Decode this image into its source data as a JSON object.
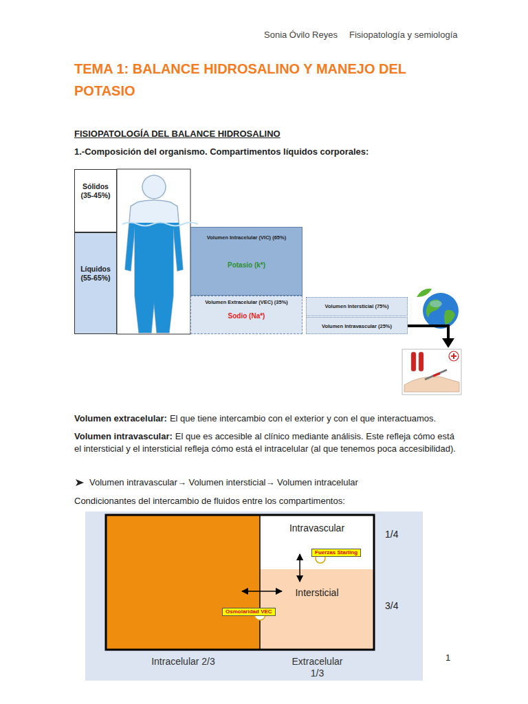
{
  "diagram": {
    "title": "TEMA 1: BALANCE HIDROSALINO Y MANEJO DEL POTASIO",
    "nodes": [
      {
        "text": [
          "Sólidos (35-45%)"
        ]
      },
      {
        "text": [
          "Líquidos (55-65%)"
        ]
      },
      {
        "text": [
          "Volumen Intracelular (VIC) (65%)",
          "Potasio (k*)"
        ]
      },
      {
        "text": [
          "Volumen Extracelular (VEC) (35%)",
          "Sodio (Na*)"
        ]
      },
      {
        "text": [
          "Volumen Intersticial (75%)"
        ]
      },
      {
        "text": [
          "Volumen Intravascular (25%)"
        ]
      },
      {
        "text": [
          "Intracelular 2/3"
        ]
      },
      {
        "text": [
          "Extracelular 1/3"
        ]
      },
      {
        "text": [
          "Intravascular"
        ],
        "in": 7
      },
      {
        "text": [
          "Fuerzas Starling"
        ],
        "in": 7
      },
      {
        "text": [
          "Intersticial"
        ],
        "in": 7
      },
      {
        "text": [
          "Osmolaridad VEC"
        ]
      }
    ],
    "edges": [
      {
        "from": 8,
        "to": 10,
        "arrow": "both"
      },
      {
        "from": 6,
        "to": 10,
        "arrow": "both"
      }
    ],
    "labels": [
      "Sonia Óvilo Reyes",
      "Fisiopatología y semiología",
      "FISIOPATOLOGÍA DEL BALANCE HIDROSALINO",
      "1.-Composición del organismo. Compartimentos líquidos corporales:",
      "Volumen extracelular:",
      "El que tiene intercambio con el exterior y con el que interactuamos.",
      "Volumen intravascular:",
      "El que es accesible al clínico mediante análisis. Este refleja cómo está el intersticial y el intersticial refleja cómo está el intracelular (al que tenemos poca accesibilidad).",
      "Volumen intravascular→ Volumen intersticial→ Volumen intracelular",
      "Condicionantes del intercambio de fluidos entre los compartimentos:",
      "1/4",
      "3/4",
      "1"
    ]
  }
}
